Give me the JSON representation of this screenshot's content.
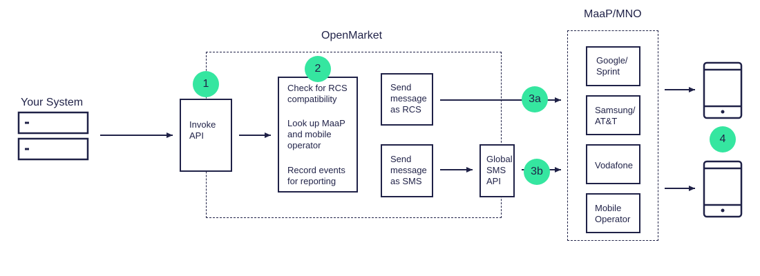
{
  "your_system": {
    "title": "Your System"
  },
  "openmarket": {
    "title": "OpenMarket",
    "invoke": "Invoke\nAPI",
    "check_rcs": "Check for RCS\ncompatibility",
    "lookup": "Look up MaaP\nand mobile\noperator",
    "record": "Record events\nfor reporting",
    "send_rcs": "Send\nmessage\nas RCS",
    "send_sms": "Send\nmessage\nas SMS",
    "global_sms": "Global\nSMS\nAPI"
  },
  "maap": {
    "title": "MaaP/MNO",
    "operators": [
      "Google/\nSprint",
      "Samsung/\nAT&T",
      "Vodafone",
      "Mobile\nOperator"
    ]
  },
  "badges": {
    "b1": "1",
    "b2": "2",
    "b3a": "3a",
    "b3b": "3b",
    "b4": "4"
  },
  "colors": {
    "accent": "#35e6a0",
    "ink": "#1f2147"
  }
}
